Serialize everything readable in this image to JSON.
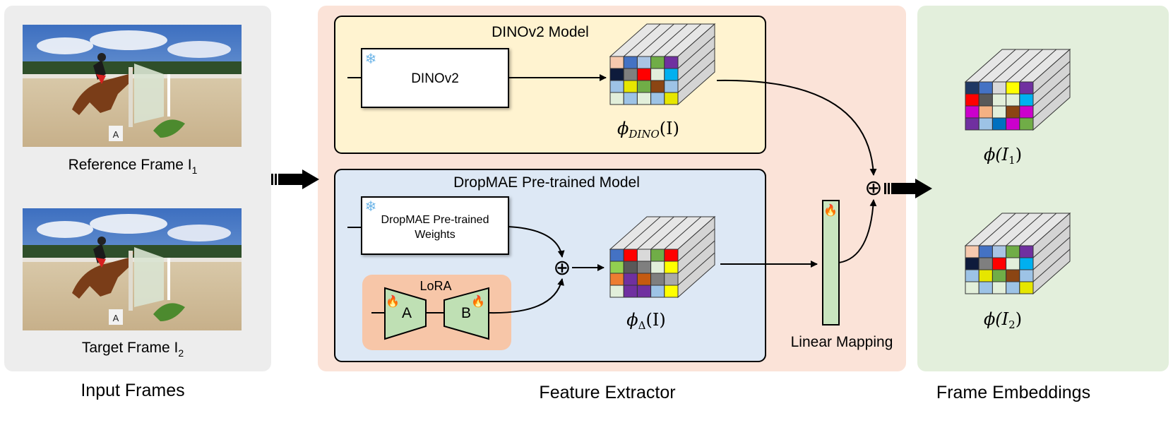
{
  "sections": {
    "input": "Input Frames",
    "extractor": "Feature Extractor",
    "embeddings": "Frame Embeddings"
  },
  "frames": {
    "reference": "Reference Frame I",
    "reference_sub": "1",
    "target": "Target Frame I",
    "target_sub": "2"
  },
  "dino": {
    "title": "DINOv2 Model",
    "block": "DINOv2",
    "output": "ϕ",
    "output_sub": "DINO",
    "output_arg": "(I)"
  },
  "dropmae": {
    "title": "DropMAE Pre-trained Model",
    "weights_line1": "DropMAE Pre-trained",
    "weights_line2": "Weights",
    "lora": "LoRA",
    "lora_a": "A",
    "lora_b": "B",
    "output": "ϕ",
    "output_sub": "Δ",
    "output_arg": "(I)"
  },
  "linear": "Linear Mapping",
  "plus": "⊕",
  "emb1": {
    "phi": "ϕ(I",
    "sub": "1",
    "close": ")"
  },
  "emb2": {
    "phi": "ϕ(I",
    "sub": "2",
    "close": ")"
  },
  "icons": {
    "frozen": "snowflake-icon",
    "trainable": "fire-icon"
  },
  "colors": {
    "input_bg": "#ededed",
    "extractor_bg": "#fbe3d8",
    "embed_bg": "#e3efdc",
    "dino_bg": "#fff3d0",
    "dropmae_bg": "#dde8f5",
    "lora_bg": "#f7c6a8",
    "trapezoid": "#bfe0b4",
    "linear_bar": "#c9e5bf"
  },
  "grids": {
    "dino": [
      "#f6c9ae",
      "#4472c4",
      "#a9c4e4",
      "#70ad47",
      "#7030a0",
      "#0e1b3c",
      "#7f7f7f",
      "#ff0000",
      "#e2efda",
      "#00b0f0",
      "#9dc3e6",
      "#e6e600",
      "#70ad47",
      "#8b4513",
      "#9dc3e6",
      "#e2efda",
      "#9dc3e6",
      "#e2efda",
      "#9dc3e6",
      "#e6e600"
    ],
    "delta": [
      "#4472c4",
      "#ff0000",
      "#d9d9d9",
      "#70ad47",
      "#ff0000",
      "#92d050",
      "#595959",
      "#7f7f7f",
      "#e2efda",
      "#ffff00",
      "#ed7d31",
      "#7030a0",
      "#c55a11",
      "#7f7f7f",
      "#a9a9a9",
      "#e2efda",
      "#7030a0",
      "#7030a0",
      "#9dc3e6",
      "#ffff00"
    ],
    "emb1": [
      "#203864",
      "#4472c4",
      "#d9d9d9",
      "#ffff00",
      "#7030a0",
      "#ff0000",
      "#595959",
      "#e2efda",
      "#e2efda",
      "#00b0f0",
      "#cc00cc",
      "#f4b183",
      "#e2efda",
      "#8b4513",
      "#cc00cc",
      "#7030a0",
      "#9dc3e6",
      "#0070c0",
      "#cc00cc",
      "#70ad47"
    ],
    "emb2": [
      "#f6c9ae",
      "#4472c4",
      "#a9c4e4",
      "#70ad47",
      "#7030a0",
      "#0e1b3c",
      "#7f7f7f",
      "#ff0000",
      "#e2efda",
      "#00b0f0",
      "#9dc3e6",
      "#e6e600",
      "#70ad47",
      "#8b4513",
      "#9dc3e6",
      "#e2efda",
      "#9dc3e6",
      "#e2efda",
      "#9dc3e6",
      "#e6e600"
    ]
  }
}
